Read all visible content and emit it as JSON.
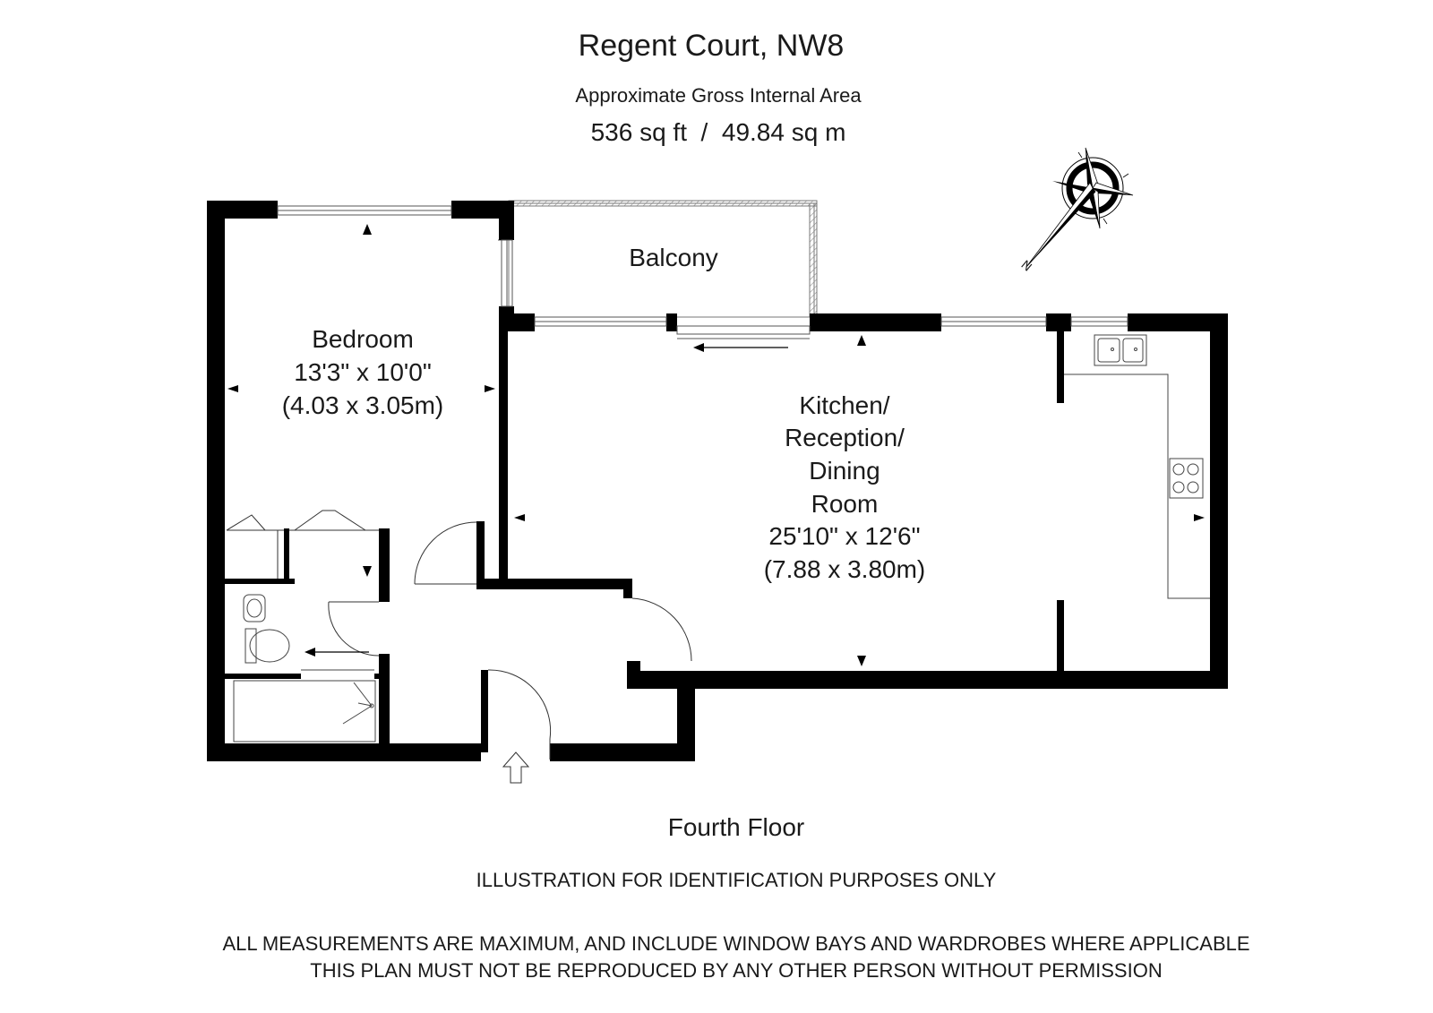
{
  "header": {
    "title": "Regent Court, NW8",
    "area_label": "Approximate Gross Internal Area",
    "area_value": "536 sq ft  /  49.84 sq m"
  },
  "rooms": {
    "balcony": {
      "name": "Balcony"
    },
    "bedroom": {
      "name": "Bedroom",
      "dims_imperial": "13'3\" x 10'0\"",
      "dims_metric": "(4.03 x 3.05m)"
    },
    "kitchen": {
      "name_lines": [
        "Kitchen/",
        "Reception/",
        "Dining",
        "Room"
      ],
      "dims_imperial": "25'10\" x 12'6\"",
      "dims_metric": "(7.88 x 3.80m)"
    }
  },
  "compass": {
    "label": "N"
  },
  "footer": {
    "floor": "Fourth Floor",
    "disclaimer": "ILLUSTRATION FOR IDENTIFICATION PURPOSES ONLY",
    "note_line1": "ALL MEASUREMENTS ARE MAXIMUM, AND INCLUDE WINDOW BAYS AND WARDROBES WHERE APPLICABLE",
    "note_line2": "THIS PLAN MUST NOT BE REPRODUCED BY ANY OTHER PERSON WITHOUT PERMISSION"
  },
  "colors": {
    "wall": "#000000",
    "text": "#1a1a1a",
    "line": "#555555",
    "hatch": "#8a8a8a"
  }
}
